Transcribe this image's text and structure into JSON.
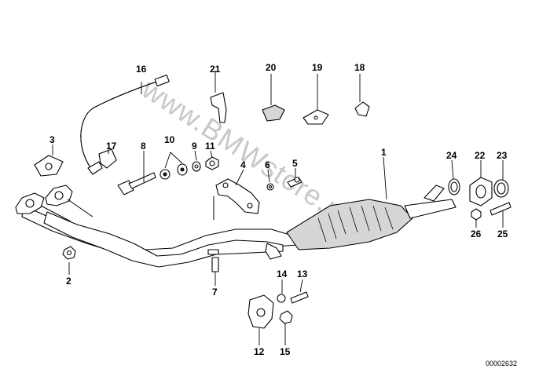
{
  "watermark": "www.BMWstore.pl",
  "reference_number": "00002632",
  "callouts": {
    "n1": "1",
    "n2": "2",
    "n3": "3",
    "n4": "4",
    "n5": "5",
    "n6": "6",
    "n7": "7",
    "n8": "8",
    "n9": "9",
    "n10": "10",
    "n11": "11",
    "n12": "12",
    "n13": "13",
    "n14": "14",
    "n15": "15",
    "n16": "16",
    "n17": "17",
    "n18": "18",
    "n19": "19",
    "n20": "20",
    "n21": "21",
    "n22": "22",
    "n23": "23",
    "n24": "24",
    "n25": "25",
    "n26": "26"
  }
}
